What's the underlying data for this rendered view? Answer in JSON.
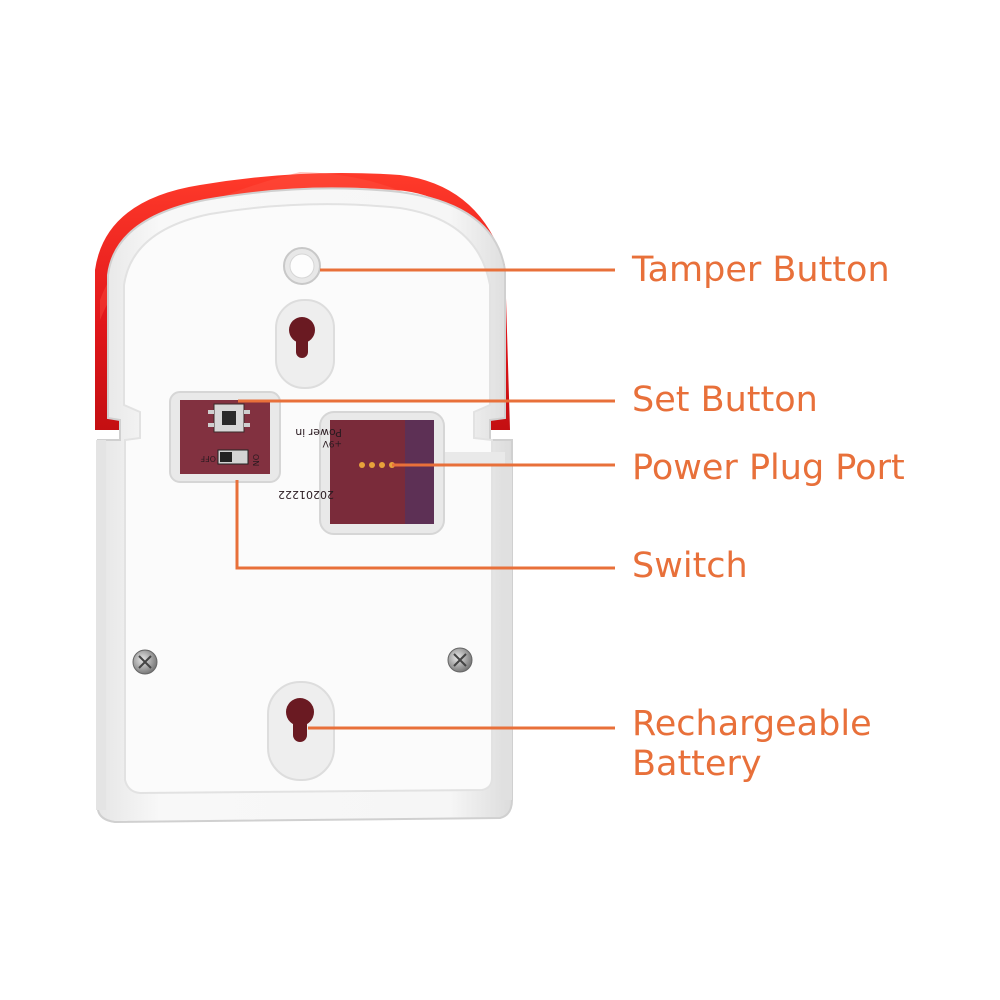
{
  "colors": {
    "callout": "#e8703a",
    "housing_red": "#e0161a",
    "housing_white": "#f4f4f4",
    "pcb": "#7a2b3a"
  },
  "callouts": {
    "tamper_button": "Tamper Button",
    "set_button": "Set Button",
    "power_plug_port": "Power Plug Port",
    "switch": "Switch",
    "rechargeable_battery": "Rechargeable Battery"
  },
  "pcb_markings": {
    "power_in": "Power in",
    "voltage": "+9V",
    "date_code": "20201222",
    "switch_off": "OFF",
    "switch_on": "ON"
  }
}
